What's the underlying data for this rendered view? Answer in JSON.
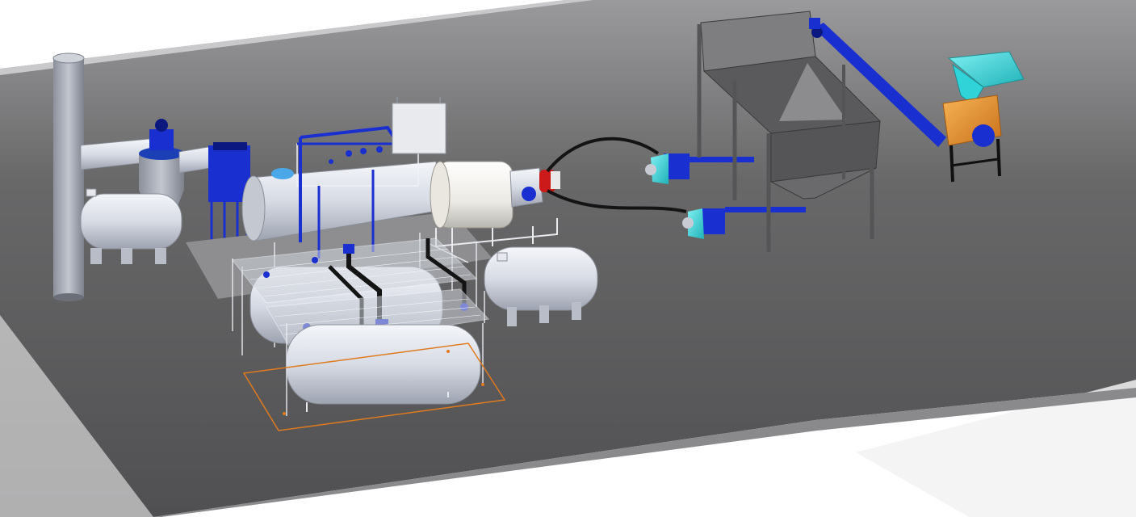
{
  "scene": {
    "colors": {
      "background": "#ffffff",
      "floor": "#5e5e60",
      "floor_edge": "#8a8a8c",
      "steel": "#dfe3ea",
      "steel_shade": "#a9aebb",
      "accent_blue": "#1a2fd0",
      "dark_blue": "#0a1880",
      "cyan": "#2fd3d8",
      "orange": "#ee9a2e",
      "hopper_gray": "#6a6a6a",
      "hose_black": "#141414",
      "selection_orange": "#e07a1e",
      "burner_red": "#cc1a1a"
    },
    "components": [
      {
        "id": "chimney",
        "icon": "chimney-icon"
      },
      {
        "id": "cyclone-dust-collector",
        "icon": "cyclone-icon"
      },
      {
        "id": "induced-draft-fan",
        "icon": "fan-icon"
      },
      {
        "id": "bag-filter",
        "icon": "filter-icon"
      },
      {
        "id": "rotary-reactor",
        "icon": "reactor-icon"
      },
      {
        "id": "burner-furnace",
        "icon": "furnace-icon"
      },
      {
        "id": "condenser-manifold",
        "icon": "pipe-icon"
      },
      {
        "id": "oil-storage-tanks",
        "icon": "tank-icon"
      },
      {
        "id": "feed-hopper",
        "icon": "hopper-icon"
      },
      {
        "id": "screw-conveyor",
        "icon": "conveyor-icon"
      },
      {
        "id": "shredder",
        "icon": "crusher-icon"
      },
      {
        "id": "feed-pumps",
        "icon": "pump-icon"
      }
    ]
  }
}
